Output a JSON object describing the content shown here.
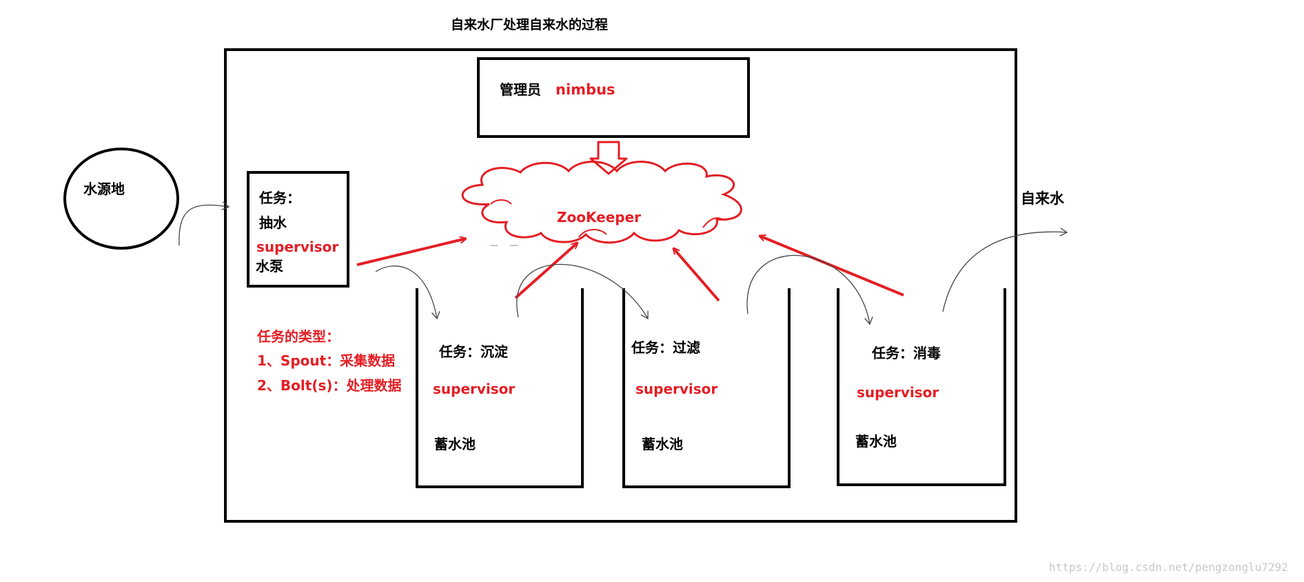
{
  "title": "自来水厂处理自来水的过程",
  "water_source": "水源地",
  "tap_water": "自来水",
  "manager": {
    "label": "管理员",
    "role": "nimbus"
  },
  "coordinator": "ZooKeeper",
  "pump_box": {
    "task": "任务：",
    "job": "抽水",
    "role": "supervisor",
    "device": "水泵"
  },
  "task_types": {
    "heading": "任务的类型：",
    "items": [
      "1、Spout：采集数据",
      "2、Bolt(s)：处理数据"
    ]
  },
  "pools": [
    {
      "task": "任务：沉淀",
      "role": "supervisor",
      "name": "蓄水池"
    },
    {
      "task": "任务：过滤",
      "role": "supervisor",
      "name": "蓄水池"
    },
    {
      "task": "任务：消毒",
      "role": "supervisor",
      "name": "蓄水池"
    }
  ],
  "watermark": "https://blog.csdn.net/pengzonglu7292",
  "colors": {
    "ink": "#000000",
    "accent": "#e41e24",
    "line": "#333333"
  }
}
